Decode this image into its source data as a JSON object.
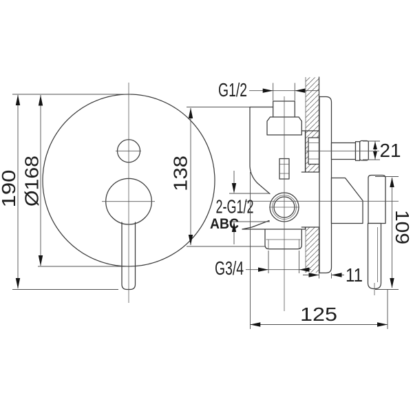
{
  "drawing": {
    "watermark": "ABC",
    "watermark_color": "#a6c72e",
    "line_color": "#3a3a3a",
    "dimensions": {
      "plate_height": "190",
      "plate_diameter": "Ø168",
      "body_height": "138",
      "top_outlet_thread": "G1/2",
      "inlet_threads": "2-G1/2",
      "bottom_outlet_thread": "G3/4",
      "diverter_knob_diameter": "21",
      "handle_length": "109",
      "plate_depth": "11",
      "total_depth": "125"
    }
  }
}
